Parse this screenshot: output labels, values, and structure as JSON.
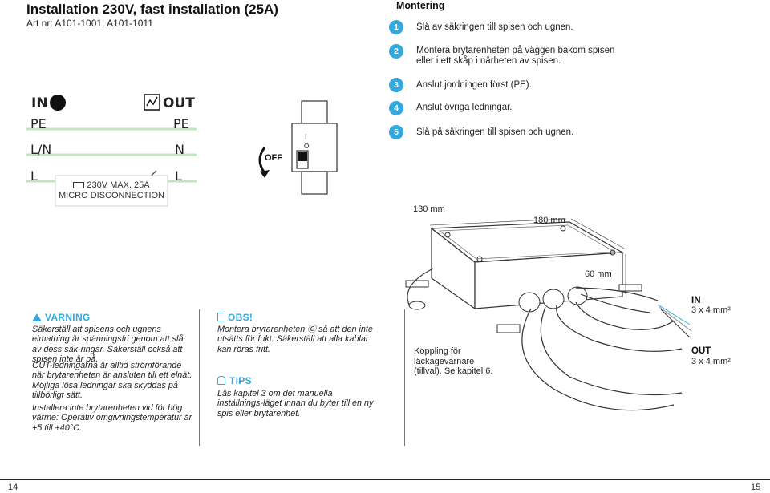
{
  "header": {
    "title": "Installation 230V, fast installation (25A)",
    "art_nr": "Art nr: A101-1001, A101-1011"
  },
  "wiring": {
    "in_label": "IN",
    "out_label": "OUT",
    "left_wires": [
      "PE",
      "L/N",
      "L"
    ],
    "right_wires": [
      "PE",
      "N",
      "L"
    ],
    "switch_line1": "230V MAX. 25A",
    "switch_line2": "MICRO DISCONNECTION"
  },
  "breaker": {
    "off_label": "OFF",
    "on_mark": "I",
    "off_mark": "O"
  },
  "montering": {
    "heading": "Montering",
    "steps": [
      {
        "num": "1",
        "text": "Slå av säkringen till spisen och ugnen."
      },
      {
        "num": "2",
        "text": "Montera brytarenheten på väggen bakom spisen eller i ett skåp i närheten av spisen."
      },
      {
        "num": "3",
        "text": "Anslut jordningen först (PE)."
      },
      {
        "num": "4",
        "text": "Anslut övriga ledningar."
      },
      {
        "num": "5",
        "text": "Slå på säkringen till spisen och ugnen."
      }
    ]
  },
  "box": {
    "dim_depth": "130 mm",
    "dim_width": "180 mm",
    "dim_height": "60 mm",
    "in_label": "IN",
    "in_cable": "3 x 4 mm²",
    "out_label": "OUT",
    "out_cable": "3 x 4 mm²",
    "leak_text": "Koppling för läckagevarnare (tillval). Se kapitel 6."
  },
  "warning": {
    "heading": "VARNING",
    "p1": "Säkerställ att spisens och ugnens elmatning är spänningsfri genom att slå av dess säk-ringar. Säkerställ också att spisen inte är på.",
    "p2": "OUT-ledningarna är alltid strömförande när brytarenheten är ansluten till ett elnät. Möjliga lösa ledningar ska skyddas på tillbörligt sätt.",
    "p3": "Installera inte brytarenheten vid för hög värme: Operativ omgivningstemperatur är +5 till +40°C."
  },
  "obs": {
    "heading": "OBS!",
    "text": "Montera brytarenheten Ⓒ så att den inte utsätts för fukt. Säkerställ att alla kablar kan röras fritt."
  },
  "tips": {
    "heading": "TIPS",
    "text": "Läs kapitel 3 om det manuella inställnings-läget innan du byter till en ny spis eller brytarenhet."
  },
  "pages": {
    "left": "14",
    "right": "15"
  },
  "colors": {
    "accent": "#33a9dd",
    "wire": "#c2e4c1",
    "text": "#1e1e1e"
  }
}
